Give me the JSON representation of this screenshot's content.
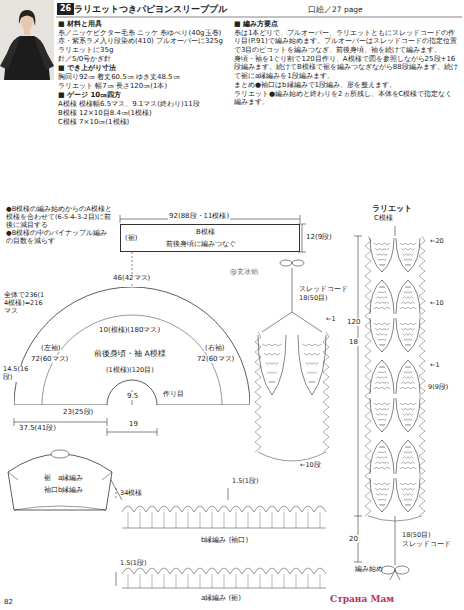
{
  "diagram": {
    "title": "ラリエットつきパピヨンスリーブプル",
    "nodes": [
      {
        "text": [
          "26"
        ]
      },
      {
        "text": [
          "(裾)",
          "B模様",
          "前後身頃に編みつなぐ"
        ]
      },
      {
        "text": [
          "前後身頃・袖 A模様"
        ]
      },
      {
        "text": [
          "裾",
          "a縁編み",
          "袖口",
          "b縁編み"
        ]
      }
    ],
    "labels": [
      "口絵／27 page",
      "■ 材料と用具",
      "糸／ニッケビクター毛糸 ニッケ 糸ゆべり(40g玉巻) 赤・紫系ラメ入り段染め(410) プルオーバーに325g ラリエットに35g",
      "針／5/0号かぎ針",
      "■ でき上がり寸法",
      "胸回り92㎝ 着丈60.5㎝ ゆき丈48.5㎝",
      "ラリエット 幅7㎝ 長さ120㎝(1本)",
      "■ ゲージ 10㎝四方",
      "A模様 模様幅6.5マス、9.1マス(終わり)11段",
      "B模様 12×10目8.4㎝(1模様)",
      "C模様 7×10㎝(1模様)",
      "■ 編み方要点",
      "糸は1本どりで、プルオーバー、ラリエットともにスレッドコードの作り目(P.91)で編み始めます。プルオーバーはスレッドコードの指定位置で3目のピコットを編みつなぎ、前後身頃、袖を続けて編みます。",
      "身頃・袖を1ぐり割で120目作り、A模様で図を参照しながら25段+16段編みます。続けてB模様で裾を編みつなぎながら88段編みます。続けて裾にa縁編みを1段編みます。",
      "まとめ●袖口はb縁編みで1段編み、形を整えます。",
      "ラリエット●編み始めと終わりを2ヵ所残し、本体をC模様で指定なく編みます。",
      "●B模様の編み始めからのA模様と模様を合わせて(6-5-4-3-2目)に前後に減目する",
      "●B模様の中のパイナップル編みの目数を減らす",
      "92(88段・11模様)",
      "12(9段)",
      "46(42マス)",
      "全体で236(14模様)=216マス",
      "(左袖)",
      "72(60マス)",
      "10(模様)(180マス)",
      "(右袖)",
      "72(60マス)",
      "(1模様)(120目)",
      "作り目",
      "14.5(16段)",
      "37.5(41段)",
      "23(25段)",
      "9.5",
      "19",
      "@玄冰焰",
      "スレッドコード",
      "18(50目)",
      "←1",
      "←10段",
      "ラリエット",
      "C模様",
      "←20",
      "←10",
      "←1",
      "9(9段)",
      "120",
      "18",
      "20",
      "18(50目)",
      "スレッドコード",
      "編み始め",
      "1.5(1段)",
      "34模様",
      "b縁編み (袖口)",
      "1.5(1段)",
      "a縁編み (裾)",
      "82",
      "Страна Мам"
    ]
  }
}
